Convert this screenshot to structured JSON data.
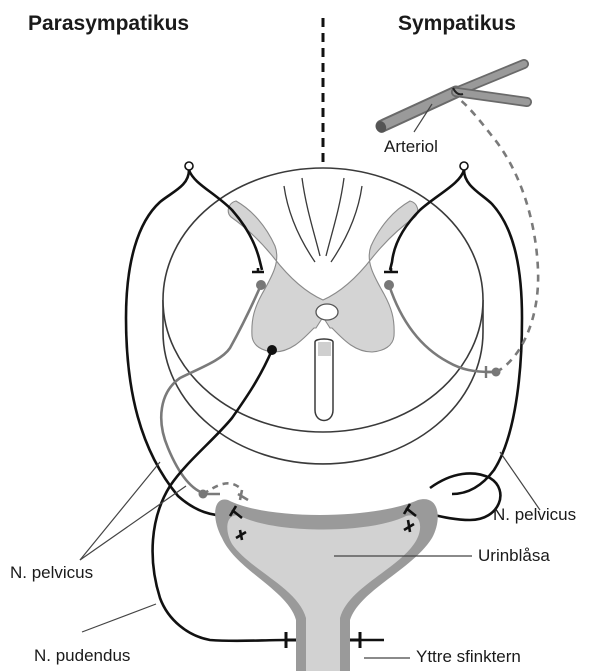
{
  "headings": {
    "left": "Parasympatikus",
    "right": "Sympatikus"
  },
  "labels": {
    "arteriol": "Arteriol",
    "n_pelvicus_right": "N. pelvicus",
    "n_pelvicus_left": "N. pelvicus",
    "urinblasa": "Urinblåsa",
    "yttre_sfinktern": "Yttre sfinktern",
    "n_pudendus": "N. pudendus"
  },
  "colors": {
    "gray_matter": "#d4d4d4",
    "outline": "#3a3a3a",
    "black_nerve": "#111111",
    "gray_nerve": "#7a7a7a",
    "bladder_wall": "#9a9a9a",
    "bladder_fill": "#d2d2d2",
    "arteriole": "#8a8a8a"
  }
}
